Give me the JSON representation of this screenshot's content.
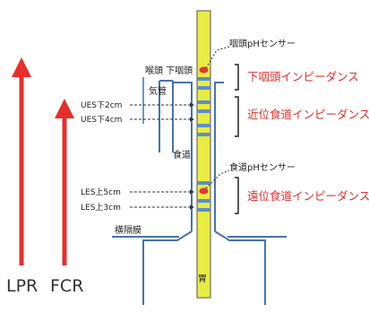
{
  "labels": {
    "pharynx_ph_sensor": "咽頭pHセンサー",
    "pharynx": "喉頭 下咽頭",
    "trachea": "気管",
    "esophagus": "食道",
    "esophageal_ph_sensor": "食道pHセンサー",
    "diaphragm": "横隔膜",
    "stomach": "胃",
    "ues_2cm": "UES下2cm",
    "ues_4cm": "UES下4cm",
    "les_5cm": "LES上5cm",
    "les_3cm": "LES上3cm",
    "lpr": "LPR",
    "fcr": "FCR"
  },
  "impedance_labels": {
    "hypopharyngeal": "下咽頭インピーダンス",
    "proximal": "近位食道インピーダンス",
    "distal": "遠位食道インピーダンス"
  },
  "colors": {
    "arrow_red": "#e4302a",
    "catheter_yellow": "#e8ec43",
    "outline_blue": "#4a73a8",
    "sensor_red": "#d93a3a",
    "impedance_ring_blue": "#5b8ec9"
  }
}
